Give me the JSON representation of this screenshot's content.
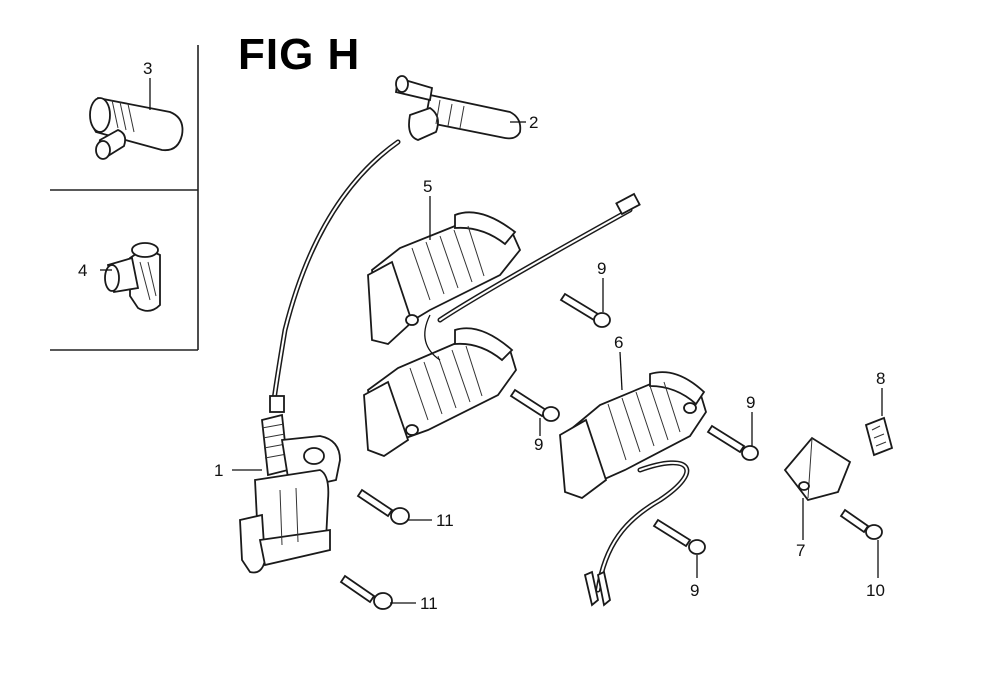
{
  "title": "FIG H",
  "callouts": {
    "c1": "1",
    "c2": "2",
    "c3": "3",
    "c4": "4",
    "c5": "5",
    "c6": "6",
    "c7": "7",
    "c8": "8",
    "c9a": "9",
    "c9b": "9",
    "c9c": "9",
    "c9d": "9",
    "c10": "10",
    "c11a": "11",
    "c11b": "11"
  }
}
